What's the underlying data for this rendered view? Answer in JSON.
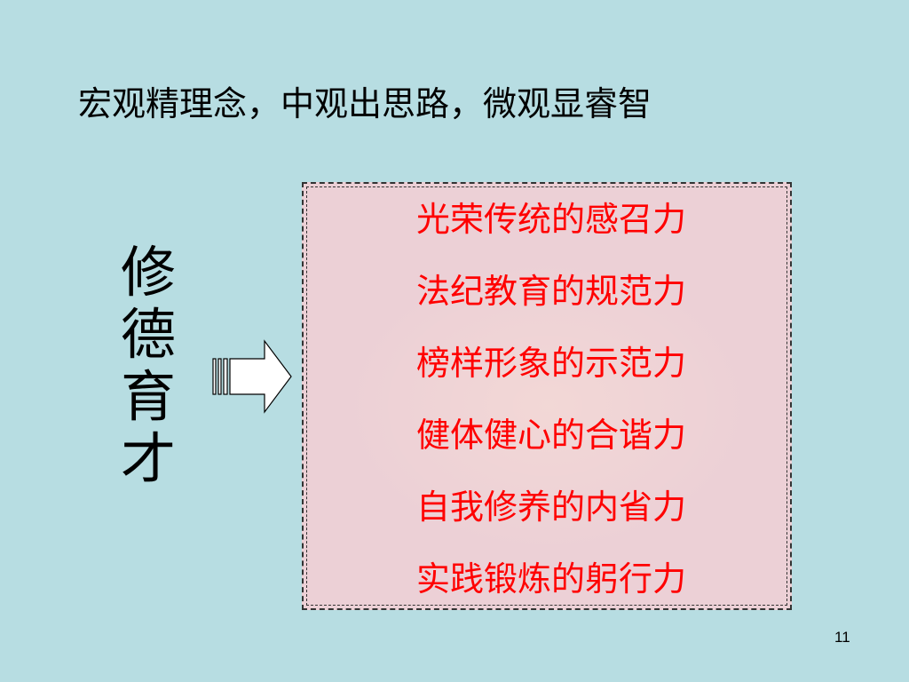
{
  "slide": {
    "heading": "宏观精理念，中观出思路，微观显睿智",
    "vertical_title": [
      "修",
      "德",
      "育",
      "才"
    ],
    "items": [
      "光荣传统的感召力",
      "法纪教育的规范力",
      "榜样形象的示范力",
      "健体健心的合谐力",
      "自我修养的内省力",
      "实践锻炼的躬行力"
    ],
    "page_number": "11"
  },
  "colors": {
    "background": "#b7dde2",
    "panel": "#ecd0d6",
    "item_text": "#ff0000"
  },
  "icons": {
    "arrow": "striped-right-arrow-icon"
  }
}
